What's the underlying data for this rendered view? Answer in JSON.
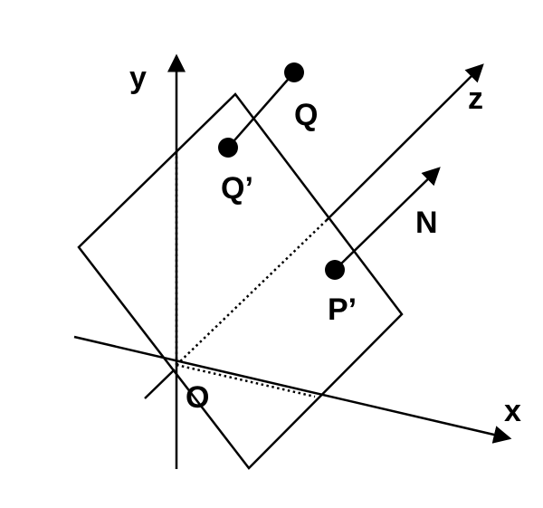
{
  "colors": {
    "stroke": "#000000",
    "background": "#ffffff"
  },
  "labels": {
    "y_axis": "y",
    "z_axis": "z",
    "x_axis": "x",
    "origin": "O",
    "q": "Q",
    "q_prime": "Q’",
    "normal": "N",
    "p_prime": "P’"
  }
}
